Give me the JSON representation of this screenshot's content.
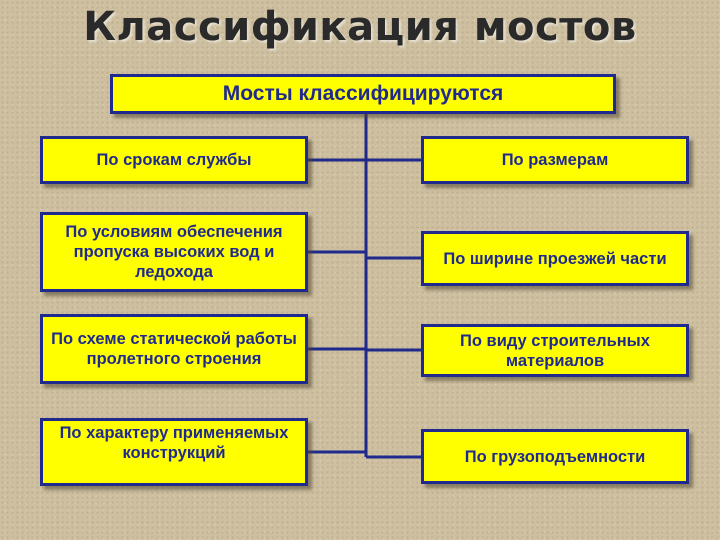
{
  "title": "Классификация мостов",
  "root": {
    "label": "Мосты классифицируются"
  },
  "left": [
    {
      "label": "По срокам службы"
    },
    {
      "label": "По условиям обеспечения пропуска высоких вод и ледохода"
    },
    {
      "label": "По схеме статической работы пролетного строения"
    },
    {
      "label": "По характеру применяемых конструкций"
    }
  ],
  "right": [
    {
      "label": "По размерам"
    },
    {
      "label": "По ширине проезжей части"
    },
    {
      "label": "По виду строительных материалов"
    },
    {
      "label": "По грузоподъемности"
    }
  ],
  "colors": {
    "box_fill": "#ffff00",
    "box_border": "#1f2a8c",
    "text": "#1f2a8c",
    "connector": "#1f2a8c",
    "background": "#cdbf9f"
  }
}
